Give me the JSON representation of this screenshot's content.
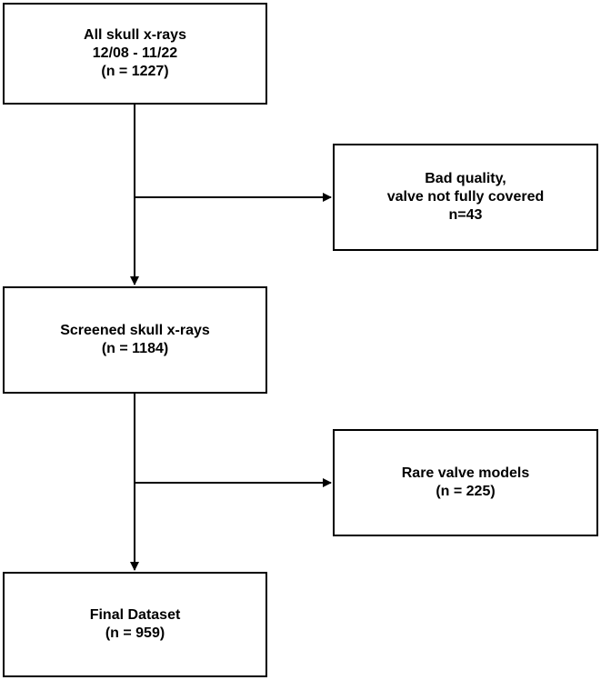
{
  "boxes": {
    "all_xrays": {
      "line1": "All skull x-rays",
      "line2": "12/08 - 11/22",
      "line3": "(n = 1227)"
    },
    "bad_quality": {
      "line1": "Bad quality,",
      "line2": "valve not fully covered",
      "line3": "n=43"
    },
    "screened": {
      "line1": "Screened skull x-rays",
      "line2": "(n = 1184)"
    },
    "rare_models": {
      "line1": "Rare valve models",
      "line2": "(n = 225)"
    },
    "final": {
      "line1": "Final Dataset",
      "line2": "(n = 959)"
    }
  },
  "colors": {
    "stroke": "#000000",
    "background": "#ffffff"
  }
}
